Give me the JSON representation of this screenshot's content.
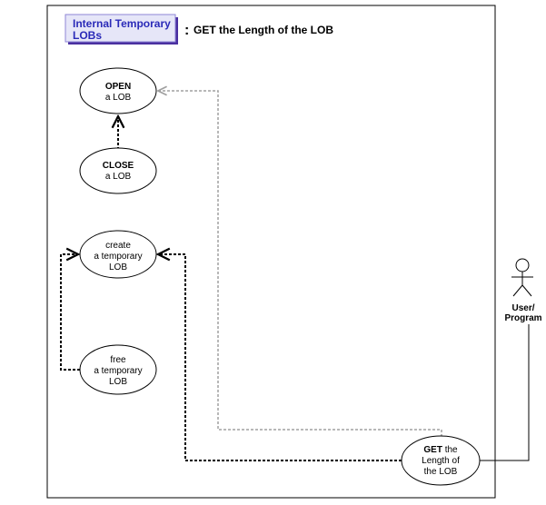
{
  "header": {
    "box_line1": "Internal Temporary",
    "box_line2": "LOBs",
    "separator": ":",
    "title": "GET the Length of the LOB"
  },
  "use_cases": {
    "open": {
      "bold": "OPEN",
      "line2": "a LOB"
    },
    "close": {
      "bold": "CLOSE",
      "line2": "a LOB"
    },
    "create": {
      "line1": "create",
      "line2": "a temporary",
      "line3": "LOB"
    },
    "free": {
      "line1": "free",
      "line2": "a temporary",
      "line3": "LOB"
    },
    "get_length": {
      "bold": "GET",
      "line1_rest": " the",
      "line2": "Length of",
      "line3": "the LOB"
    }
  },
  "actor": {
    "line1": "User/",
    "line2": "Program"
  },
  "colors": {
    "header_box_fill": "#e6e6f8",
    "header_box_border": "#6a5acd",
    "header_text": "#2a2ab8",
    "grey_dependency": "#a0a0a0"
  }
}
